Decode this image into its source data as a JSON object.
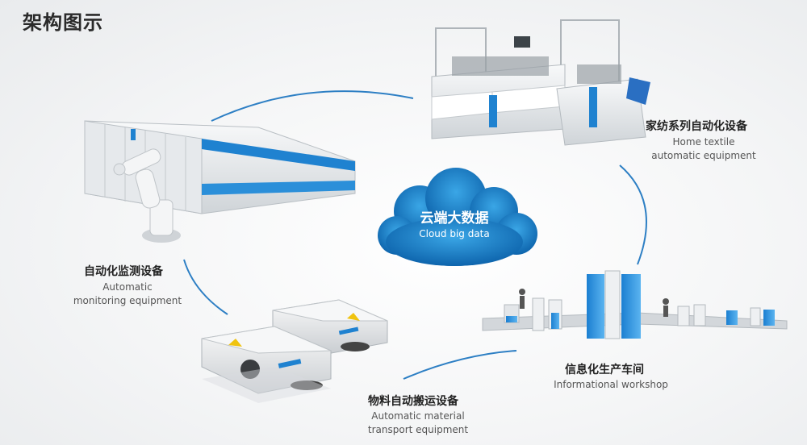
{
  "title": "架构图示",
  "center": {
    "cn": "云端大数据",
    "en": "Cloud big data"
  },
  "nodes": {
    "home_textile": {
      "cn": "家纺系列自动化设备",
      "en_line1": "Home textile",
      "en_line2": "automatic equipment"
    },
    "monitoring": {
      "cn": "自动化监测设备",
      "en_line1": "Automatic",
      "en_line2": "monitoring equipment"
    },
    "transport": {
      "cn": "物料自动搬运设备",
      "en_line1": "Automatic material",
      "en_line2": "transport equipment"
    },
    "workshop": {
      "cn": "信息化生产车间",
      "en_line1": "Informational workshop"
    }
  },
  "colors": {
    "accent": "#1a8ad4",
    "cloud_dark": "#0a5fa8",
    "cloud_light": "#3aa6e6",
    "connector": "#2d7fc4"
  }
}
